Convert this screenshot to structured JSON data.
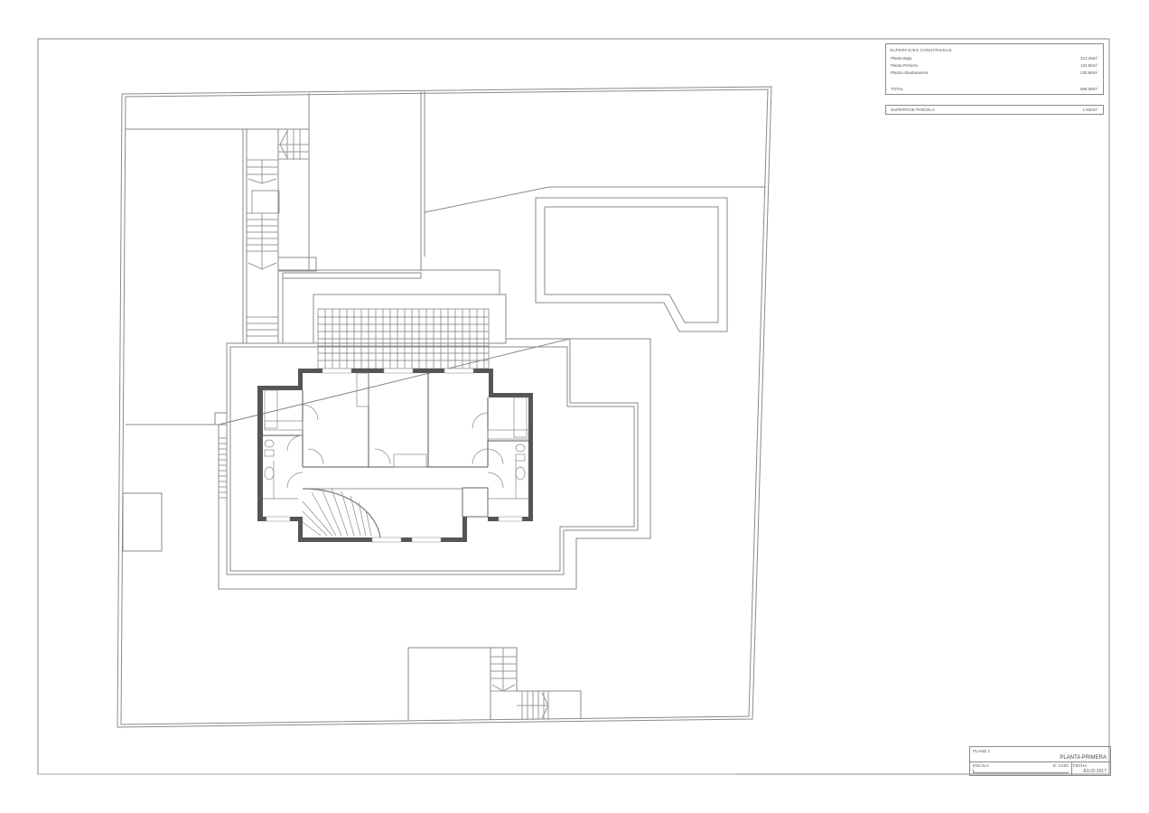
{
  "drawing": {
    "type": "architectural floor plan",
    "sheet_frame": true
  },
  "superficies_construidas": {
    "header": "SUPERFICIES CONSTRUIDAS",
    "rows": [
      {
        "label": "Planta Baja",
        "value": "221,29m²"
      },
      {
        "label": "Planta Primera",
        "value": "132,80m²"
      },
      {
        "label": "Planta Abastamiento",
        "value": "230,98m²"
      }
    ],
    "total": {
      "label": "TOTAL",
      "value": "586,08m²"
    }
  },
  "superficie_parcela": {
    "label": "SUPERFICIE PARCELA",
    "value": "1.632m²"
  },
  "title_block": {
    "plano": "PLANO 2",
    "name": "PLANTA PRIMERA",
    "escala_label": "ESCALA",
    "escala_value": "E: 1/100",
    "fecha_label": "FECHA",
    "fecha_value": "JULIO 2017"
  },
  "colors": {
    "line": "#8a8a8a",
    "wall": "#555555",
    "background": "#ffffff"
  }
}
